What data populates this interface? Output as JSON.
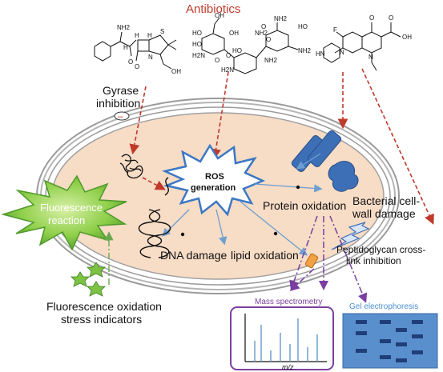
{
  "title": "Antibiotics",
  "labels": {
    "gyrase": [
      "Gyrase",
      "inhibition"
    ],
    "minus": "–",
    "ros": [
      "ROS",
      "generation"
    ],
    "fluorescence_reaction": [
      "Fluorescence",
      "reaction"
    ],
    "protein_oxidation": "Protein oxidation",
    "bacterial_wall": [
      "Bacterial cell-",
      "wall damage"
    ],
    "peptidoglycan": [
      "Peptidoglycan cross-",
      "link inhibition"
    ],
    "dna_damage": "DNA damage",
    "lipid_oxidation": "lipid oxidation",
    "indicators": [
      "Fluorescence oxidation",
      "stress indicators"
    ],
    "mass_spec": "Mass spectrometry",
    "gel": "Gel electrophoresis",
    "mz": "m/z"
  },
  "colors": {
    "antibiotic_arrow": "#c0392b",
    "cell_fill": "#f7dcc6",
    "ros_border": "#3b78c4",
    "mass_spec_border": "#7a3fa0",
    "gel_title": "#4a8fd0",
    "gel_fill": "#5a8fce",
    "starburst": "#7dc242"
  },
  "chemistry_labels": {
    "penicillin": [
      "NH2",
      "H",
      "H",
      "S",
      "N",
      "O",
      "O",
      "OH",
      "H"
    ],
    "aminoglycoside": [
      "OH",
      "HO",
      "H2N",
      "HO",
      "OH",
      "NH2",
      "O",
      "O",
      "HO",
      "H2N",
      "NH2",
      "O",
      "HO",
      "NH2",
      "NH2",
      "O"
    ],
    "quinolone": [
      "F",
      "O",
      "O",
      "OH",
      "N",
      "N",
      "HN"
    ]
  }
}
